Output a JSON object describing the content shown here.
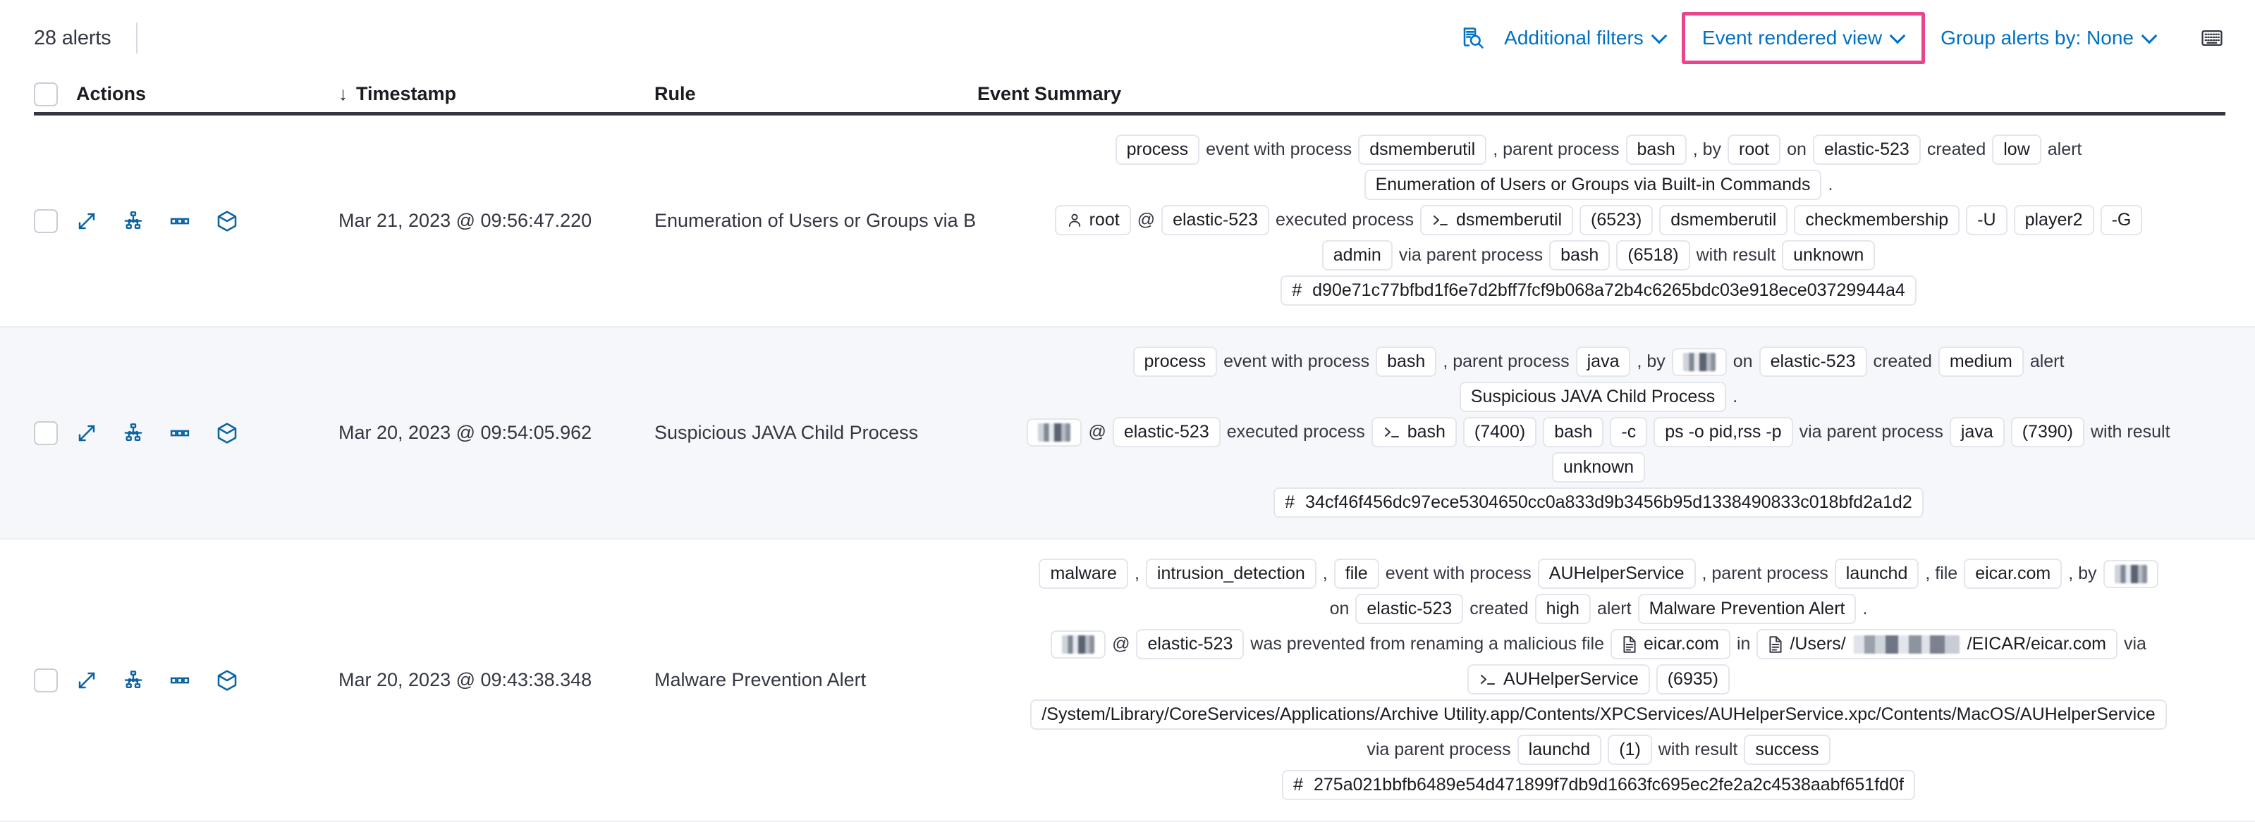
{
  "toolbar": {
    "alert_count": "28 alerts",
    "inspect_icon": "inspect-search-icon",
    "additional_filters": "Additional filters",
    "event_rendered_view": "Event rendered view",
    "group_alerts_by": "Group alerts by: None",
    "keyboard_icon": "keyboard-shortcuts-icon",
    "highlight_color": "#e9458c",
    "link_color": "#0071c2"
  },
  "table": {
    "headers": {
      "select_all": "select-all-checkbox",
      "actions": "Actions",
      "timestamp": "Timestamp",
      "sort_arrow": "↓",
      "rule": "Rule",
      "event_summary": "Event Summary"
    },
    "row_action_icons": [
      "expand-icon",
      "session-view-icon",
      "more-actions-icon",
      "analyzer-cube-icon"
    ],
    "rows": [
      {
        "timestamp": "Mar 21, 2023 @ 09:56:47.220",
        "rule": "Enumeration of Users or Groups via Bui",
        "summary_lines": [
          {
            "align": "center",
            "parts": [
              {
                "t": "chip",
                "v": "process"
              },
              {
                "t": "txt",
                "v": "event with process"
              },
              {
                "t": "chip",
                "v": "dsmemberutil"
              },
              {
                "t": "punc",
                "v": ", parent process"
              },
              {
                "t": "chip",
                "v": "bash"
              },
              {
                "t": "punc",
                "v": ", by"
              },
              {
                "t": "chip",
                "v": "root"
              },
              {
                "t": "txt",
                "v": "on"
              },
              {
                "t": "chip",
                "v": "elastic-523"
              },
              {
                "t": "txt",
                "v": "created"
              },
              {
                "t": "chip",
                "v": "low"
              },
              {
                "t": "txt",
                "v": "alert"
              }
            ]
          },
          {
            "align": "center",
            "parts": [
              {
                "t": "chip",
                "v": "Enumeration of Users or Groups via Built-in Commands"
              },
              {
                "t": "punc",
                "v": "."
              }
            ]
          },
          {
            "align": "center",
            "parts": [
              {
                "t": "chip-user",
                "v": "root"
              },
              {
                "t": "txt",
                "v": "@"
              },
              {
                "t": "chip",
                "v": "elastic-523"
              },
              {
                "t": "txt",
                "v": "executed process"
              },
              {
                "t": "chip-proc",
                "v": "dsmemberutil"
              },
              {
                "t": "chip",
                "v": "(6523)"
              },
              {
                "t": "chip",
                "v": "dsmemberutil"
              },
              {
                "t": "chip",
                "v": "checkmembership"
              },
              {
                "t": "chip",
                "v": "-U"
              },
              {
                "t": "chip",
                "v": "player2"
              },
              {
                "t": "chip",
                "v": "-G"
              }
            ]
          },
          {
            "align": "center",
            "parts": [
              {
                "t": "chip",
                "v": "admin"
              },
              {
                "t": "txt",
                "v": "via parent process"
              },
              {
                "t": "chip",
                "v": "bash"
              },
              {
                "t": "chip",
                "v": "(6518)"
              },
              {
                "t": "txt",
                "v": "with result"
              },
              {
                "t": "chip",
                "v": "unknown"
              }
            ]
          },
          {
            "align": "center",
            "parts": [
              {
                "t": "chip-hash",
                "v": "d90e71c77bfbd1f6e7d2bff7fcf9b068a72b4c6265bdc03e918ece03729944a4"
              }
            ]
          }
        ]
      },
      {
        "timestamp": "Mar 20, 2023 @ 09:54:05.962",
        "rule": "Suspicious JAVA Child Process",
        "summary_lines": [
          {
            "align": "center",
            "parts": [
              {
                "t": "chip",
                "v": "process"
              },
              {
                "t": "txt",
                "v": "event with process"
              },
              {
                "t": "chip",
                "v": "bash"
              },
              {
                "t": "punc",
                "v": ", parent process"
              },
              {
                "t": "chip",
                "v": "java"
              },
              {
                "t": "punc",
                "v": ", by"
              },
              {
                "t": "chip-redact",
                "v": ""
              },
              {
                "t": "txt",
                "v": "on"
              },
              {
                "t": "chip",
                "v": "elastic-523"
              },
              {
                "t": "txt",
                "v": "created"
              },
              {
                "t": "chip",
                "v": "medium"
              },
              {
                "t": "txt",
                "v": "alert"
              }
            ]
          },
          {
            "align": "center",
            "parts": [
              {
                "t": "chip",
                "v": "Suspicious JAVA Child Process"
              },
              {
                "t": "punc",
                "v": "."
              }
            ]
          },
          {
            "align": "center",
            "parts": [
              {
                "t": "chip-redact",
                "v": ""
              },
              {
                "t": "txt",
                "v": "@"
              },
              {
                "t": "chip",
                "v": "elastic-523"
              },
              {
                "t": "txt",
                "v": "executed process"
              },
              {
                "t": "chip-proc",
                "v": "bash"
              },
              {
                "t": "chip",
                "v": "(7400)"
              },
              {
                "t": "chip",
                "v": "bash"
              },
              {
                "t": "chip",
                "v": "-c"
              },
              {
                "t": "chip",
                "v": "ps -o pid,rss -p"
              },
              {
                "t": "txt",
                "v": "via parent process"
              },
              {
                "t": "chip",
                "v": "java"
              },
              {
                "t": "chip",
                "v": "(7390)"
              },
              {
                "t": "txt",
                "v": "with result"
              }
            ]
          },
          {
            "align": "center",
            "parts": [
              {
                "t": "chip",
                "v": "unknown"
              }
            ]
          },
          {
            "align": "center",
            "parts": [
              {
                "t": "chip-hash",
                "v": "34cf46f456dc97ece5304650cc0a833d9b3456b95d1338490833c018bfd2a1d2"
              }
            ]
          }
        ]
      },
      {
        "timestamp": "Mar 20, 2023 @ 09:43:38.348",
        "rule": "Malware Prevention Alert",
        "summary_lines": [
          {
            "align": "center",
            "parts": [
              {
                "t": "chip",
                "v": "malware"
              },
              {
                "t": "punc",
                "v": ","
              },
              {
                "t": "chip",
                "v": "intrusion_detection"
              },
              {
                "t": "punc",
                "v": ","
              },
              {
                "t": "chip",
                "v": "file"
              },
              {
                "t": "txt",
                "v": "event with process"
              },
              {
                "t": "chip",
                "v": "AUHelperService"
              },
              {
                "t": "punc",
                "v": ", parent process"
              },
              {
                "t": "chip",
                "v": "launchd"
              },
              {
                "t": "punc",
                "v": ", file"
              },
              {
                "t": "chip",
                "v": "eicar.com"
              },
              {
                "t": "punc",
                "v": ", by"
              },
              {
                "t": "chip-redact",
                "v": ""
              }
            ]
          },
          {
            "align": "center",
            "parts": [
              {
                "t": "txt",
                "v": "on"
              },
              {
                "t": "chip",
                "v": "elastic-523"
              },
              {
                "t": "txt",
                "v": "created"
              },
              {
                "t": "chip",
                "v": "high"
              },
              {
                "t": "txt",
                "v": "alert"
              },
              {
                "t": "chip",
                "v": "Malware Prevention Alert"
              },
              {
                "t": "punc",
                "v": "."
              }
            ]
          },
          {
            "align": "center",
            "parts": [
              {
                "t": "chip-redact",
                "v": ""
              },
              {
                "t": "txt",
                "v": "@"
              },
              {
                "t": "chip",
                "v": "elastic-523"
              },
              {
                "t": "txt",
                "v": "was prevented from renaming a malicious file"
              },
              {
                "t": "chip-file",
                "v": "eicar.com"
              },
              {
                "t": "txt",
                "v": "in"
              },
              {
                "t": "chip-file-redact",
                "prefix": "/Users/",
                "suffix": "/EICAR/eicar.com"
              },
              {
                "t": "txt",
                "v": "via"
              }
            ]
          },
          {
            "align": "center",
            "parts": [
              {
                "t": "chip-proc",
                "v": "AUHelperService"
              },
              {
                "t": "chip",
                "v": "(6935)"
              }
            ]
          },
          {
            "align": "center",
            "parts": [
              {
                "t": "chip",
                "v": "/System/Library/CoreServices/Applications/Archive Utility.app/Contents/XPCServices/AUHelperService.xpc/Contents/MacOS/AUHelperService"
              }
            ]
          },
          {
            "align": "center",
            "parts": [
              {
                "t": "txt",
                "v": "via parent process"
              },
              {
                "t": "chip",
                "v": "launchd"
              },
              {
                "t": "chip",
                "v": "(1)"
              },
              {
                "t": "txt",
                "v": "with result"
              },
              {
                "t": "chip",
                "v": "success"
              }
            ]
          },
          {
            "align": "center",
            "parts": [
              {
                "t": "chip-hash",
                "v": "275a021bbfb6489e54d471899f7db9d1663fc695ec2fe2a2c4538aabf651fd0f"
              }
            ]
          }
        ]
      }
    ]
  }
}
